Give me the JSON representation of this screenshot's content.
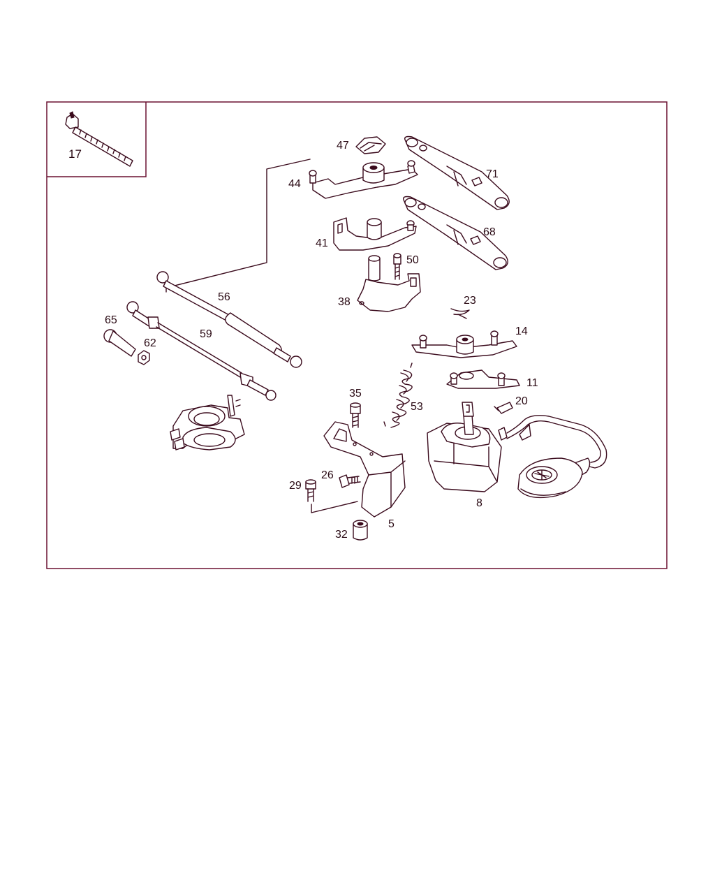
{
  "colors": {
    "frame": "#6a1030",
    "line": "#3a0a1c",
    "text": "#2a0a14"
  },
  "inset": {
    "label": "17",
    "icon": "cable-tie-icon"
  },
  "parts": {
    "p47": "47",
    "p44": "44",
    "p71": "71",
    "p41": "41",
    "p68": "68",
    "p50": "50",
    "p38": "38",
    "p56": "56",
    "p23": "23",
    "p65": "65",
    "p62": "62",
    "p59": "59",
    "p14": "14",
    "p11": "11",
    "p35": "35",
    "p53": "53",
    "p20": "20",
    "p26": "26",
    "p29": "29",
    "p8": "8",
    "p5": "5",
    "p32": "32"
  }
}
